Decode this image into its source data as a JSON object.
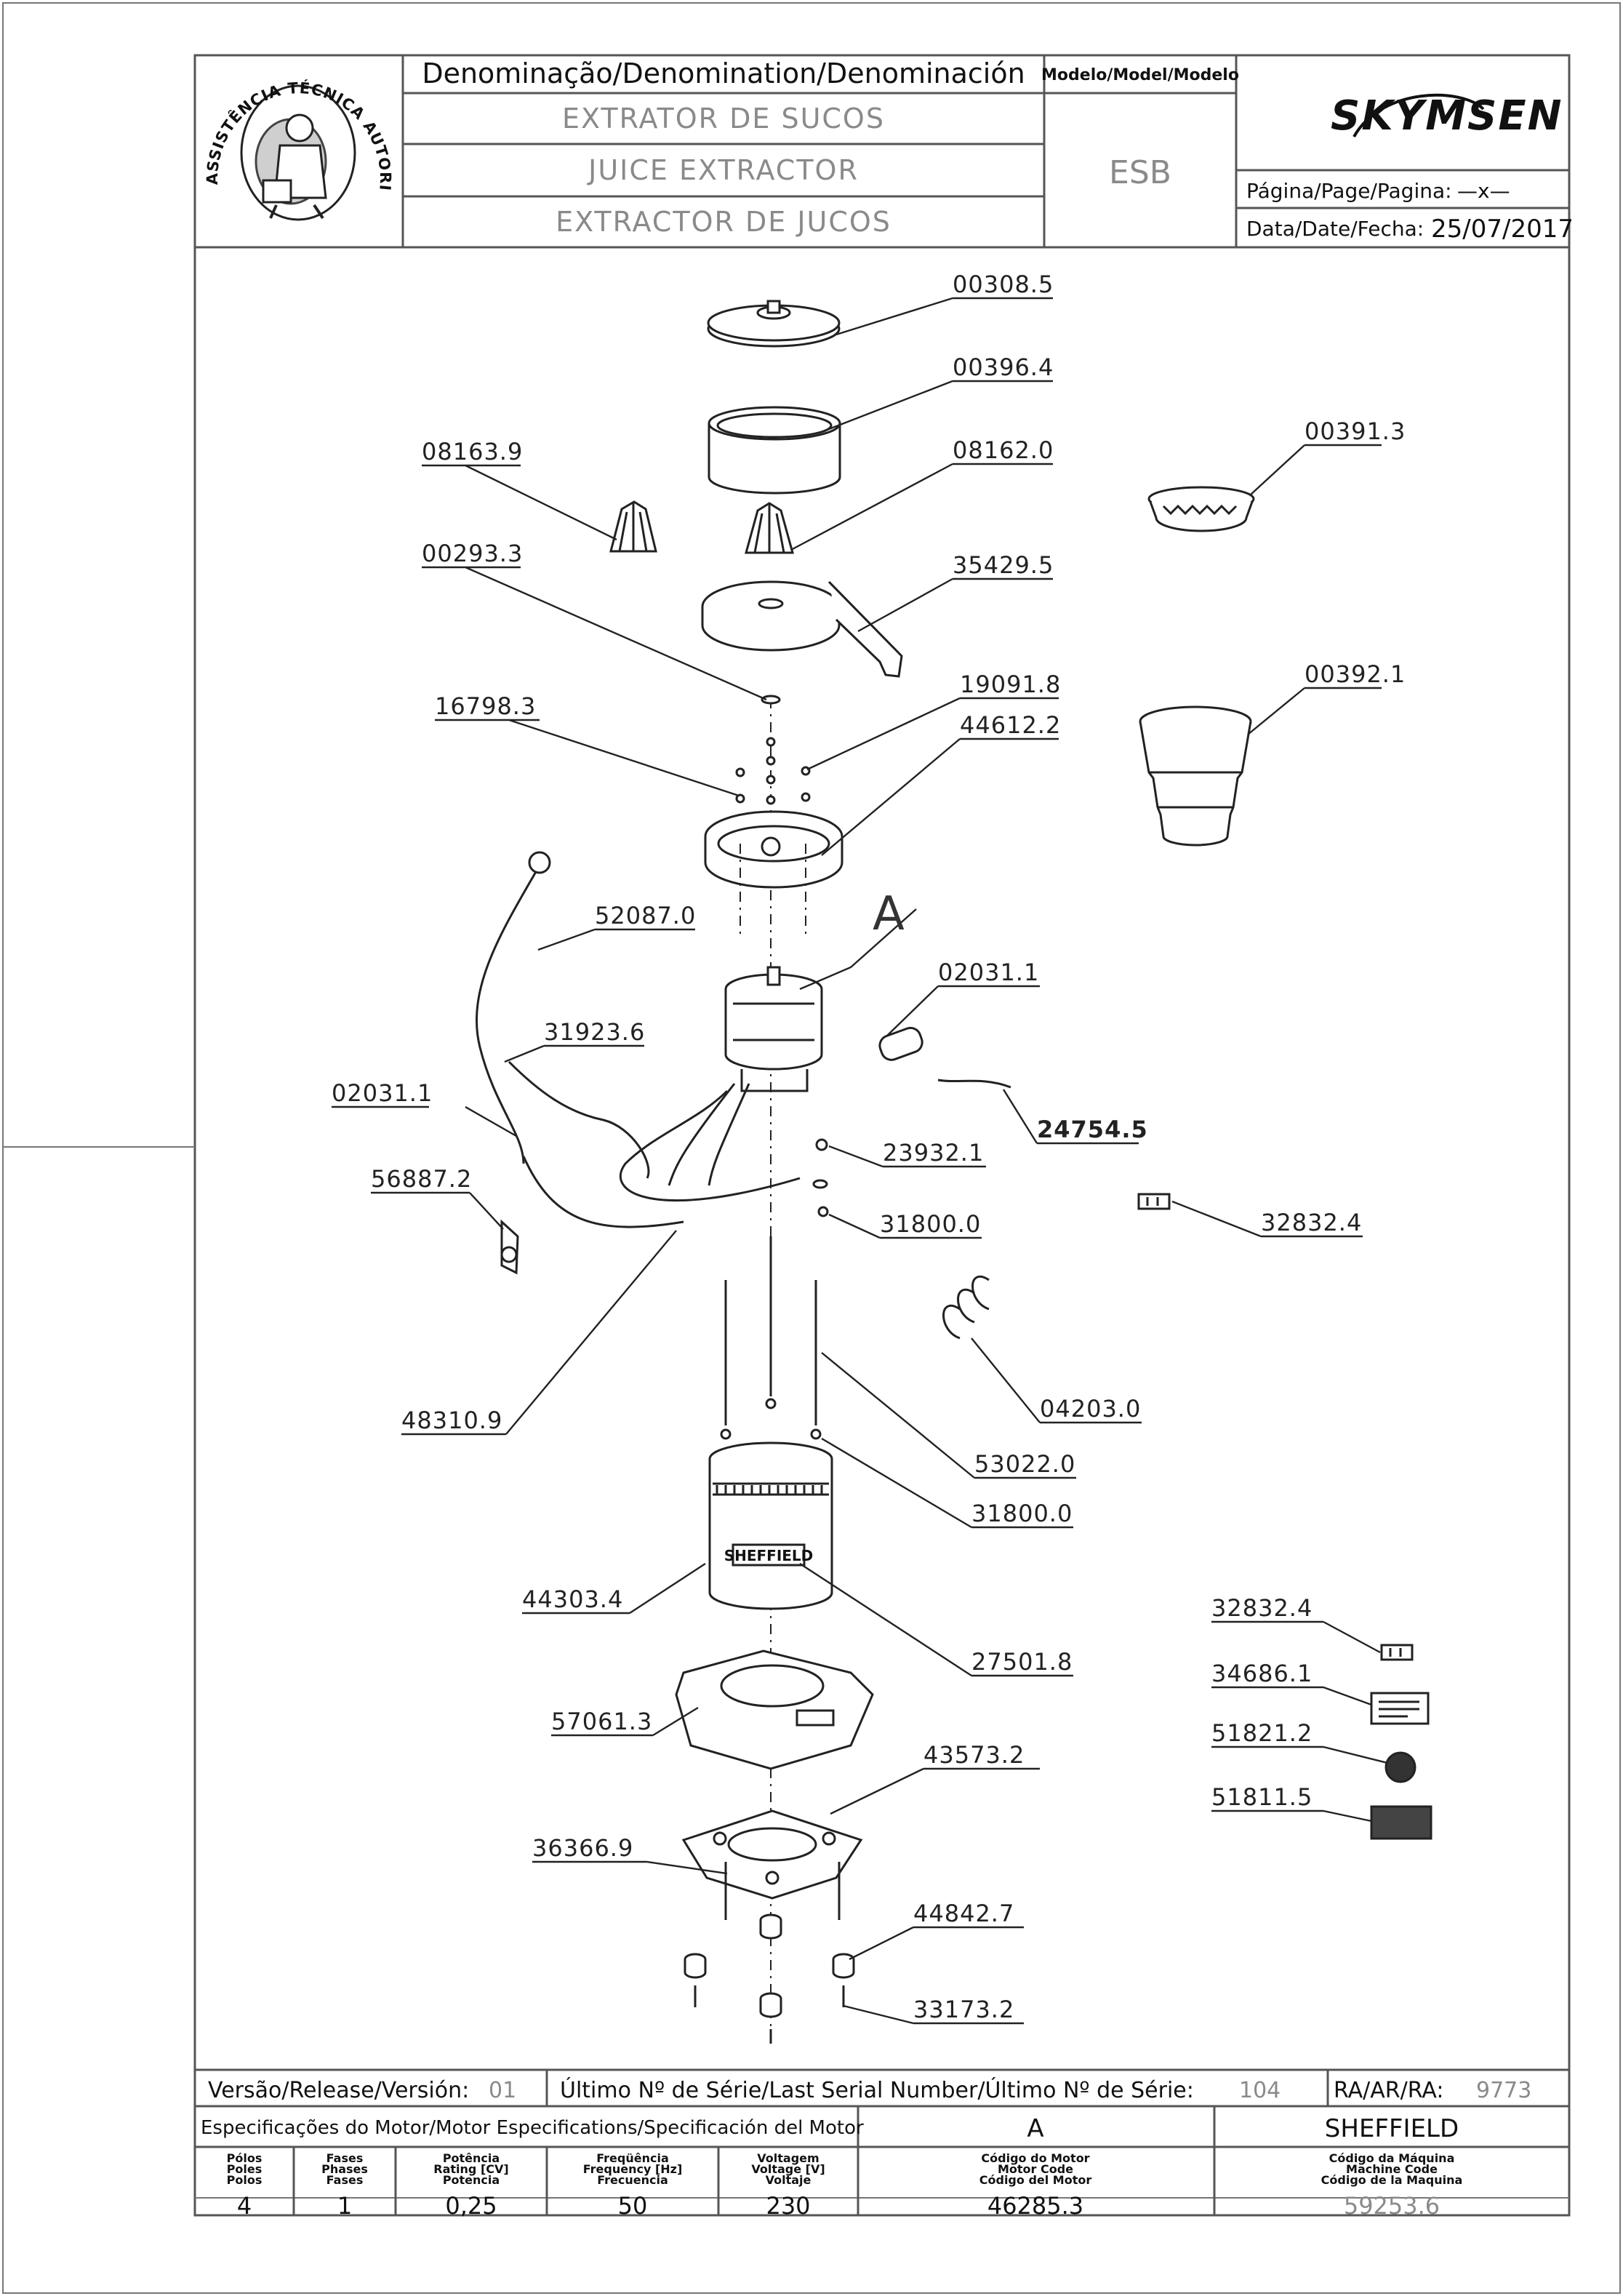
{
  "title_block": {
    "badge_text": "ASSISTÊNCIA TÉCNICA AUTORIZADA",
    "denomination_header": "Denominação/Denomination/Denominación",
    "names": [
      "EXTRATOR DE SUCOS",
      "JUICE EXTRACTOR",
      "EXTRACTOR DE JUCOS"
    ],
    "model_header": "Modelo/Model/Modelo",
    "model": "ESB",
    "brand": "SKYMSEN",
    "page_label": "Página/Page/Pagina:",
    "page_value": "—x—",
    "date_label": "Data/Date/Fecha:",
    "date_value": "25/07/2017"
  },
  "parts": [
    "00308.5",
    "00396.4",
    "08163.9",
    "08162.0",
    "00391.3",
    "00293.3",
    "35429.5",
    "19091.8",
    "00392.1",
    "16798.3",
    "44612.2",
    "52087.0",
    "A",
    "02031.1",
    "31923.6",
    "02031.1",
    "24754.5",
    "23932.1",
    "56887.2",
    "31800.0",
    "32832.4",
    "04203.0",
    "48310.9",
    "53022.0",
    "31800.0",
    "44303.4",
    "27501.8",
    "32832.4",
    "34686.1",
    "57061.3",
    "51821.2",
    "43573.2",
    "51811.5",
    "36366.9",
    "44842.7",
    "33173.2"
  ],
  "label_band_text": "SHEFFIELD",
  "footer": {
    "release_label": "Versão/Release/Versión:",
    "release_value": "01",
    "serial_label": "Último Nº de Série/Last Serial Number/Último Nº de Série:",
    "serial_value": "104",
    "ra_label": "RA/AR/RA:",
    "ra_value": "9773",
    "spec_header": "Especificações do Motor/Motor Especifications/Specificación del Motor",
    "motor_type": "A",
    "motor_brand": "SHEFFIELD",
    "columns": [
      {
        "label": "Pólos\nPoles\nPolos",
        "value": "4"
      },
      {
        "label": "Fases\nPhases\nFases",
        "value": "1"
      },
      {
        "label": "Potência\nRating [CV]\nPotencia",
        "value": "0,25"
      },
      {
        "label": "Freqüência\nFrequency [Hz]\nFrecuencia",
        "value": "50"
      },
      {
        "label": "Voltagem\nVoltage [V]\nVoltaje",
        "value": "230"
      },
      {
        "label": "Código do Motor\nMotor Code\nCódigo del Motor",
        "value": "46285.3"
      },
      {
        "label": "Código da Máquina\nMachine Code\nCódigo de la Maquina",
        "value": "59253.6"
      }
    ]
  }
}
